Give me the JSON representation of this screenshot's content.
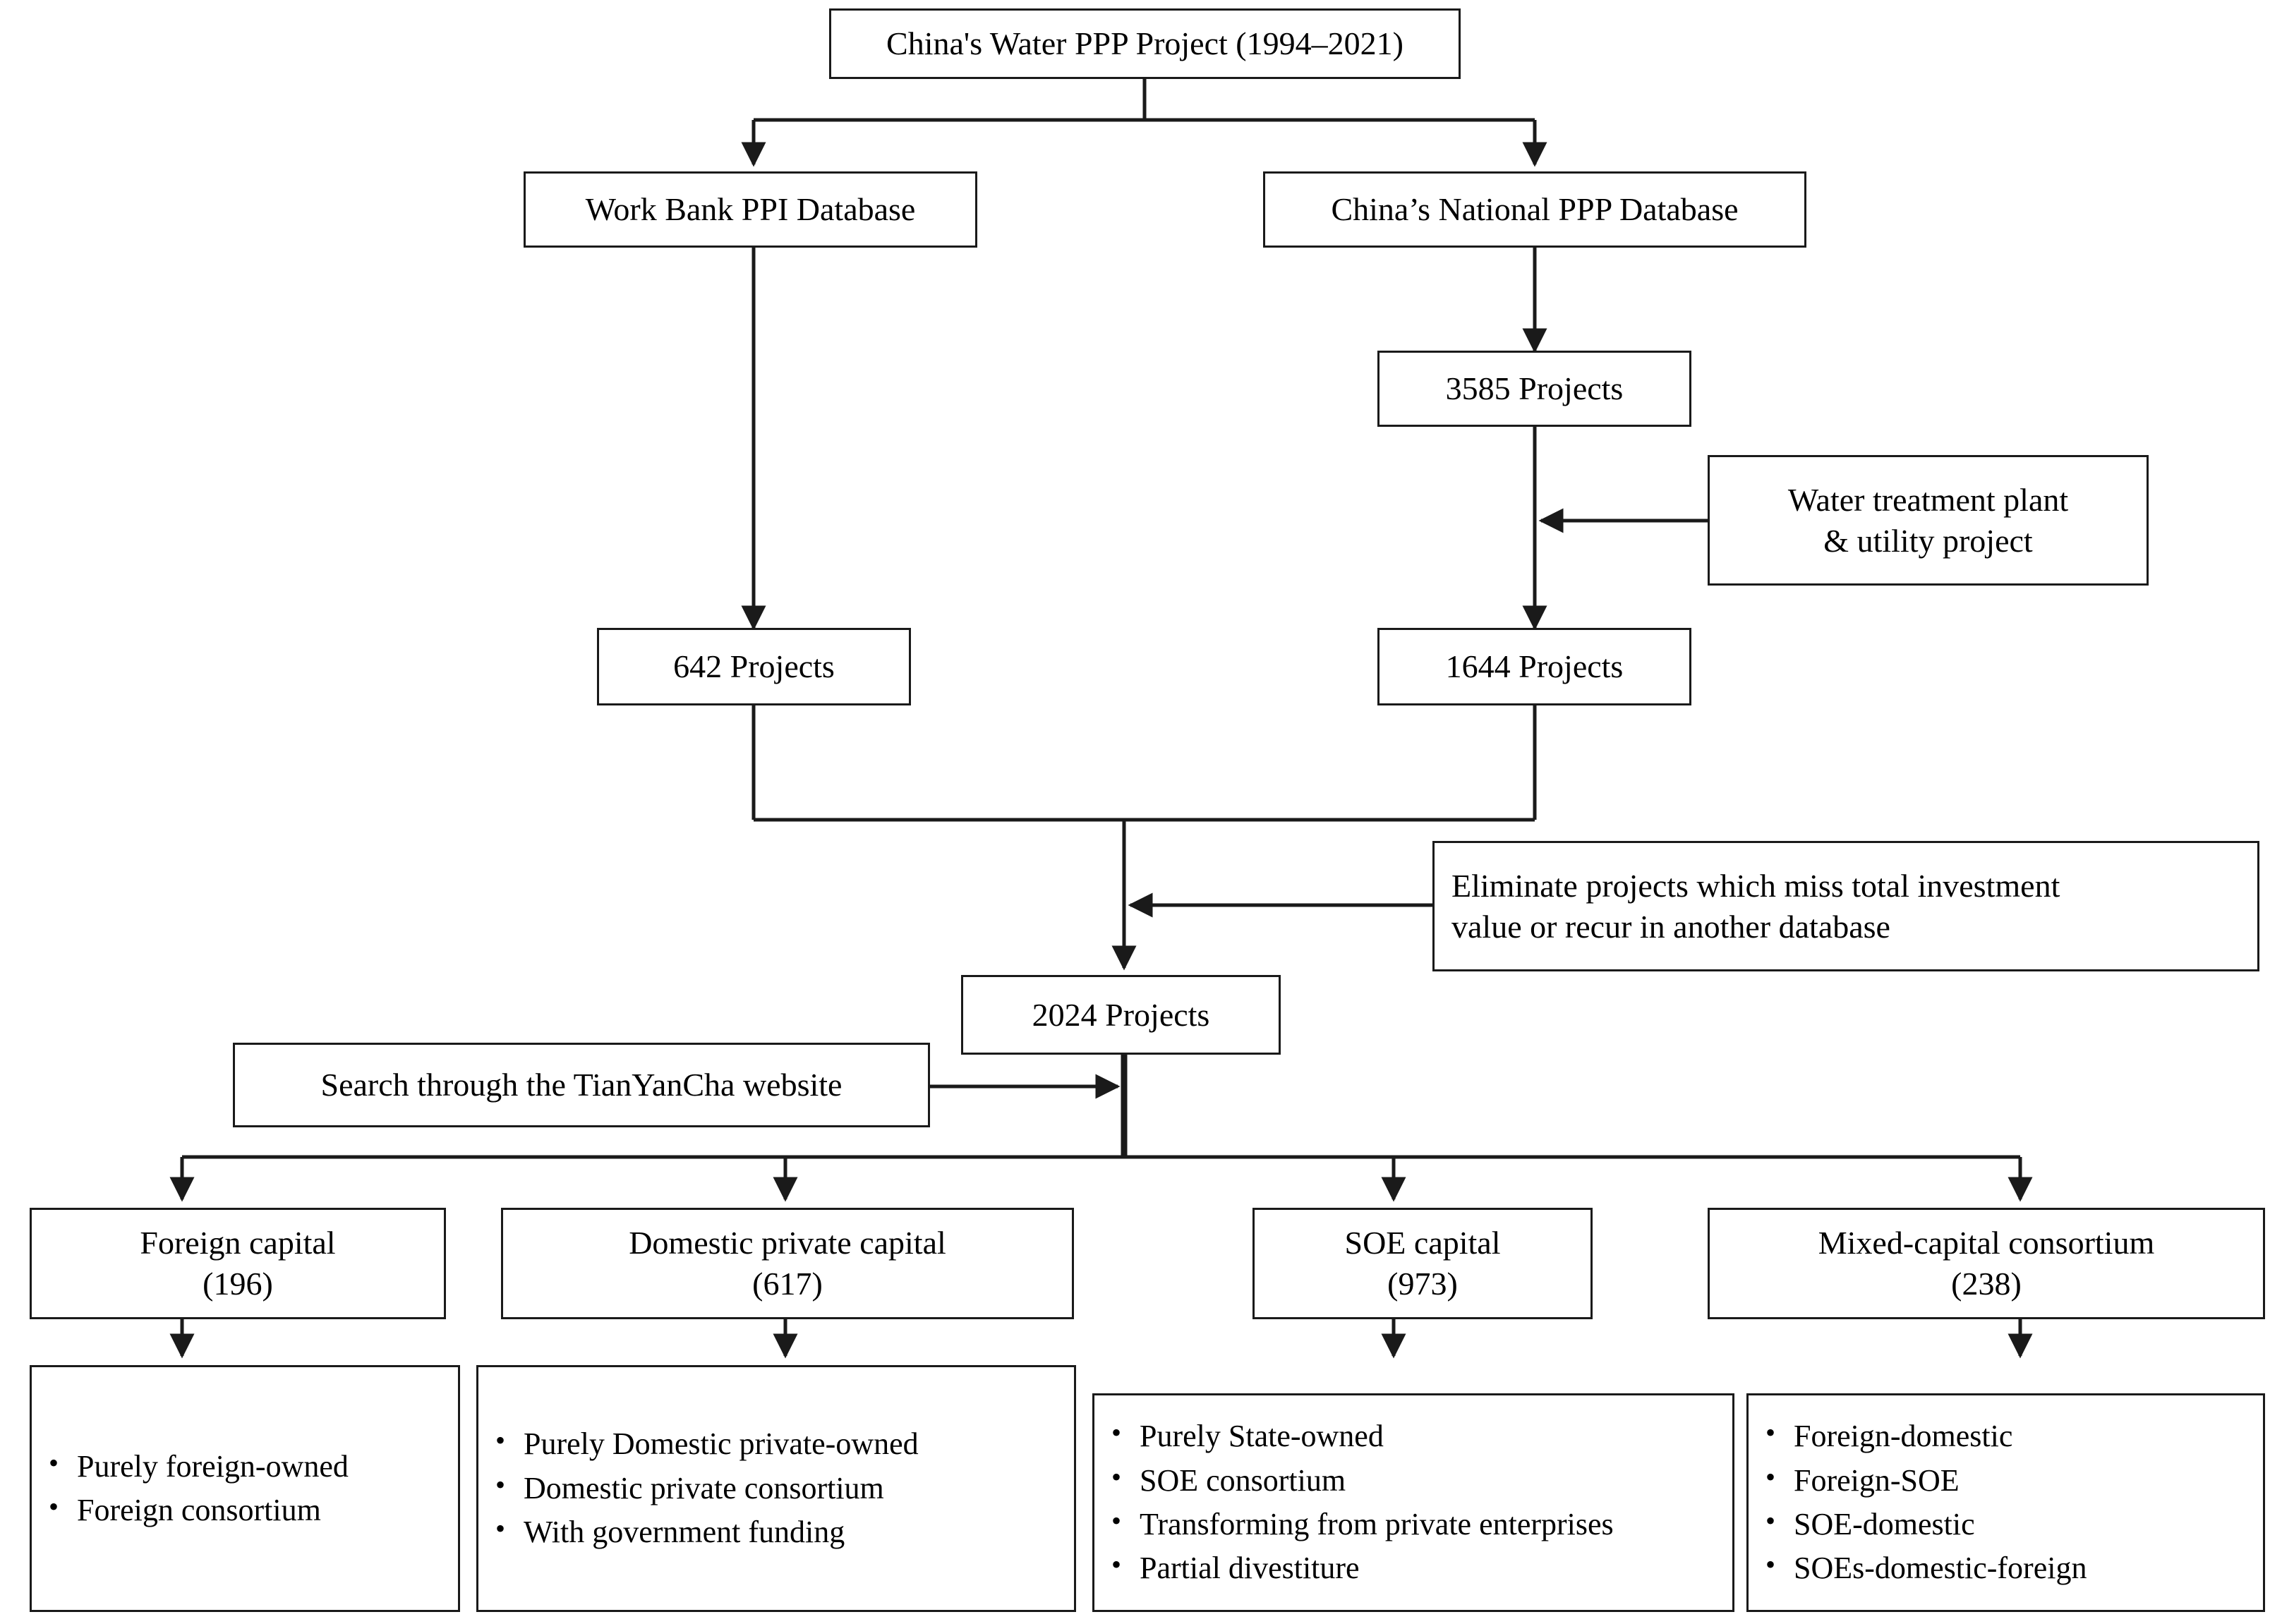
{
  "diagram": {
    "title_node": {
      "label": "China's Water PPP Project (1994–2021)"
    },
    "sources": [
      {
        "id": "wb",
        "label": "Work Bank PPI Database"
      },
      {
        "id": "cn",
        "label": "China’s National PPP Database"
      }
    ],
    "counts": {
      "national_raw": "3585 Projects",
      "wb_filtered": "642 Projects",
      "national_filtered": "1644 Projects",
      "merged": "2024 Projects"
    },
    "annotations": {
      "water_filter_line1": "Water treatment plant",
      "water_filter_line2": "&  utility project",
      "eliminate_line1": "Eliminate projects which miss total investment",
      "eliminate_line2": "value or recur in another database",
      "tianyancha": "Search through the TianYanCha website"
    },
    "categories": [
      {
        "id": "foreign",
        "name": "Foreign capital",
        "count": "(196)",
        "items": [
          "Purely foreign-owned",
          "Foreign consortium"
        ]
      },
      {
        "id": "domestic-private",
        "name": "Domestic private capital",
        "count": "(617)",
        "items": [
          "Purely Domestic private-owned",
          "Domestic private consortium",
          "With government funding"
        ]
      },
      {
        "id": "soe",
        "name": "SOE capital",
        "count": "(973)",
        "items": [
          "Purely State-owned",
          "SOE consortium",
          "Transforming from private enterprises",
          "Partial divestiture"
        ]
      },
      {
        "id": "mixed",
        "name": "Mixed-capital consortium",
        "count": "(238)",
        "items": [
          "Foreign-domestic",
          "Foreign-SOE",
          "SOE-domestic",
          "SOEs-domestic-foreign"
        ]
      }
    ],
    "colors": {
      "line": "#1a1a1a",
      "background": "#ffffff",
      "text": "#000000"
    }
  }
}
